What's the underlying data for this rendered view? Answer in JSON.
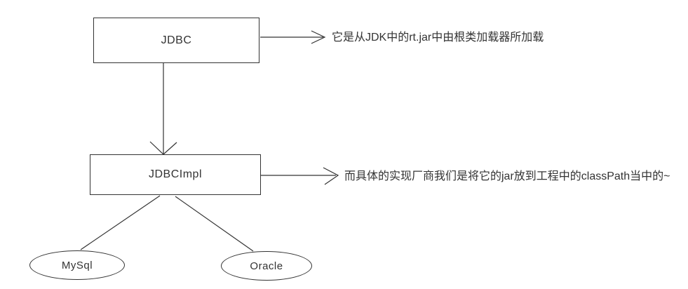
{
  "diagram": {
    "background": "#ffffff",
    "stroke_color": "#333333",
    "text_color": "#333333",
    "nodes": {
      "jdbc": {
        "label": "JDBC",
        "shape": "rectangle"
      },
      "jdbcimpl": {
        "label": "JDBCImpl",
        "shape": "rectangle"
      },
      "mysql": {
        "label": "MySql",
        "shape": "ellipse"
      },
      "oracle": {
        "label": "Oracle",
        "shape": "ellipse"
      }
    },
    "annotations": {
      "jdbc_note": "它是从JDK中的rt.jar中由根类加载器所加载",
      "jdbcimpl_note": "而具体的实现厂商我们是将它的jar放到工程中的classPath当中的~"
    },
    "edges": [
      {
        "from": "jdbc",
        "to": "jdbc_note",
        "type": "open-arrow"
      },
      {
        "from": "jdbc",
        "to": "jdbcimpl",
        "type": "open-arrow"
      },
      {
        "from": "jdbcimpl",
        "to": "jdbcimpl_note",
        "type": "open-arrow"
      },
      {
        "from": "jdbcimpl",
        "to": "mysql",
        "type": "line"
      },
      {
        "from": "jdbcimpl",
        "to": "oracle",
        "type": "line"
      }
    ]
  }
}
